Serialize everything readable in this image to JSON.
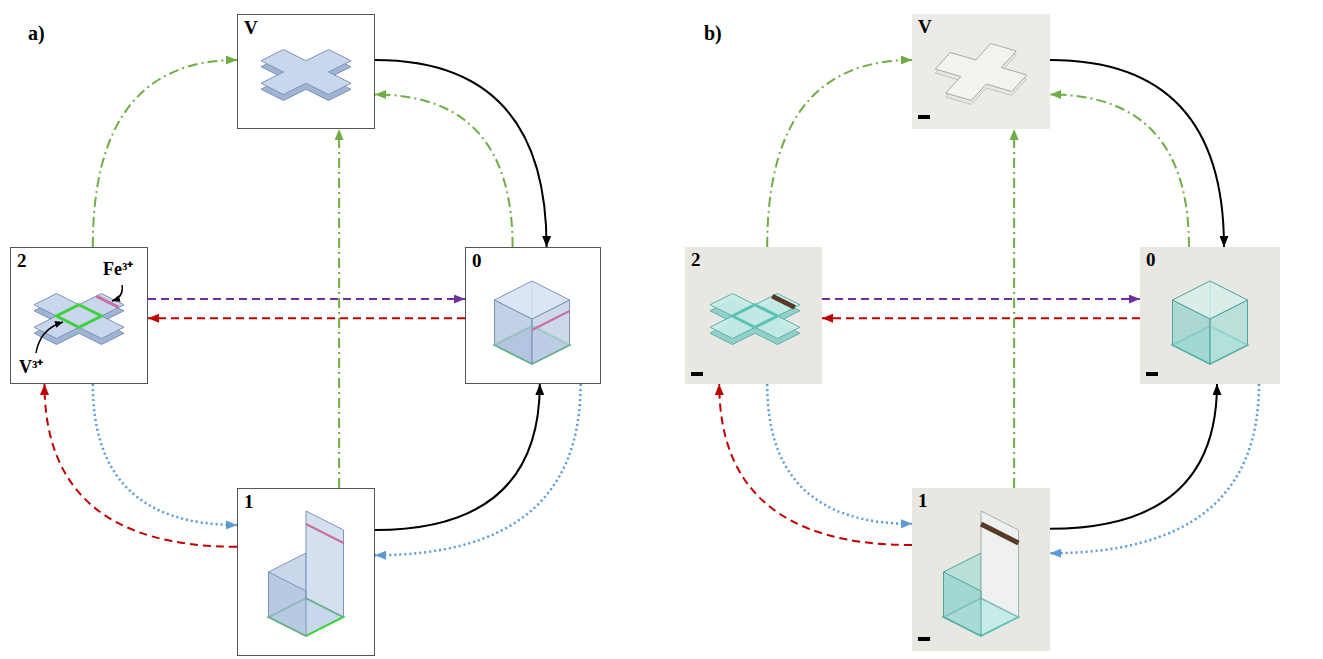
{
  "diagram": {
    "nodes": [
      {
        "text": [
          "V"
        ]
      },
      {
        "text": [
          "2",
          "Fe³⁺",
          "V³⁺"
        ]
      },
      {
        "text": [
          "0"
        ]
      },
      {
        "text": [
          "1"
        ]
      },
      {
        "text": [
          "V"
        ]
      },
      {
        "text": [
          "2"
        ]
      },
      {
        "text": [
          "0"
        ]
      },
      {
        "text": [
          "1"
        ]
      }
    ],
    "edges": [
      {
        "from": 0,
        "to": 2,
        "arrow": "to"
      },
      {
        "from": 2,
        "to": 0,
        "arrow": "to"
      },
      {
        "from": 1,
        "to": 0,
        "arrow": "to"
      },
      {
        "from": 3,
        "to": 0,
        "arrow": "to"
      },
      {
        "from": 1,
        "to": 2,
        "arrow": "to"
      },
      {
        "from": 2,
        "to": 1,
        "arrow": "to"
      },
      {
        "from": 3,
        "to": 1,
        "arrow": "to"
      },
      {
        "from": 1,
        "to": 3,
        "arrow": "to"
      },
      {
        "from": 3,
        "to": 2,
        "arrow": "to"
      },
      {
        "from": 2,
        "to": 3,
        "arrow": "to"
      },
      {
        "from": 4,
        "to": 6,
        "arrow": "to"
      },
      {
        "from": 6,
        "to": 4,
        "arrow": "to"
      },
      {
        "from": 5,
        "to": 4,
        "arrow": "to"
      },
      {
        "from": 7,
        "to": 4,
        "arrow": "to"
      },
      {
        "from": 5,
        "to": 6,
        "arrow": "to"
      },
      {
        "from": 6,
        "to": 5,
        "arrow": "to"
      },
      {
        "from": 7,
        "to": 5,
        "arrow": "to"
      },
      {
        "from": 5,
        "to": 7,
        "arrow": "to"
      },
      {
        "from": 7,
        "to": 6,
        "arrow": "to"
      },
      {
        "from": 6,
        "to": 7,
        "arrow": "to"
      }
    ],
    "labels": [
      "a)",
      "b)"
    ]
  }
}
